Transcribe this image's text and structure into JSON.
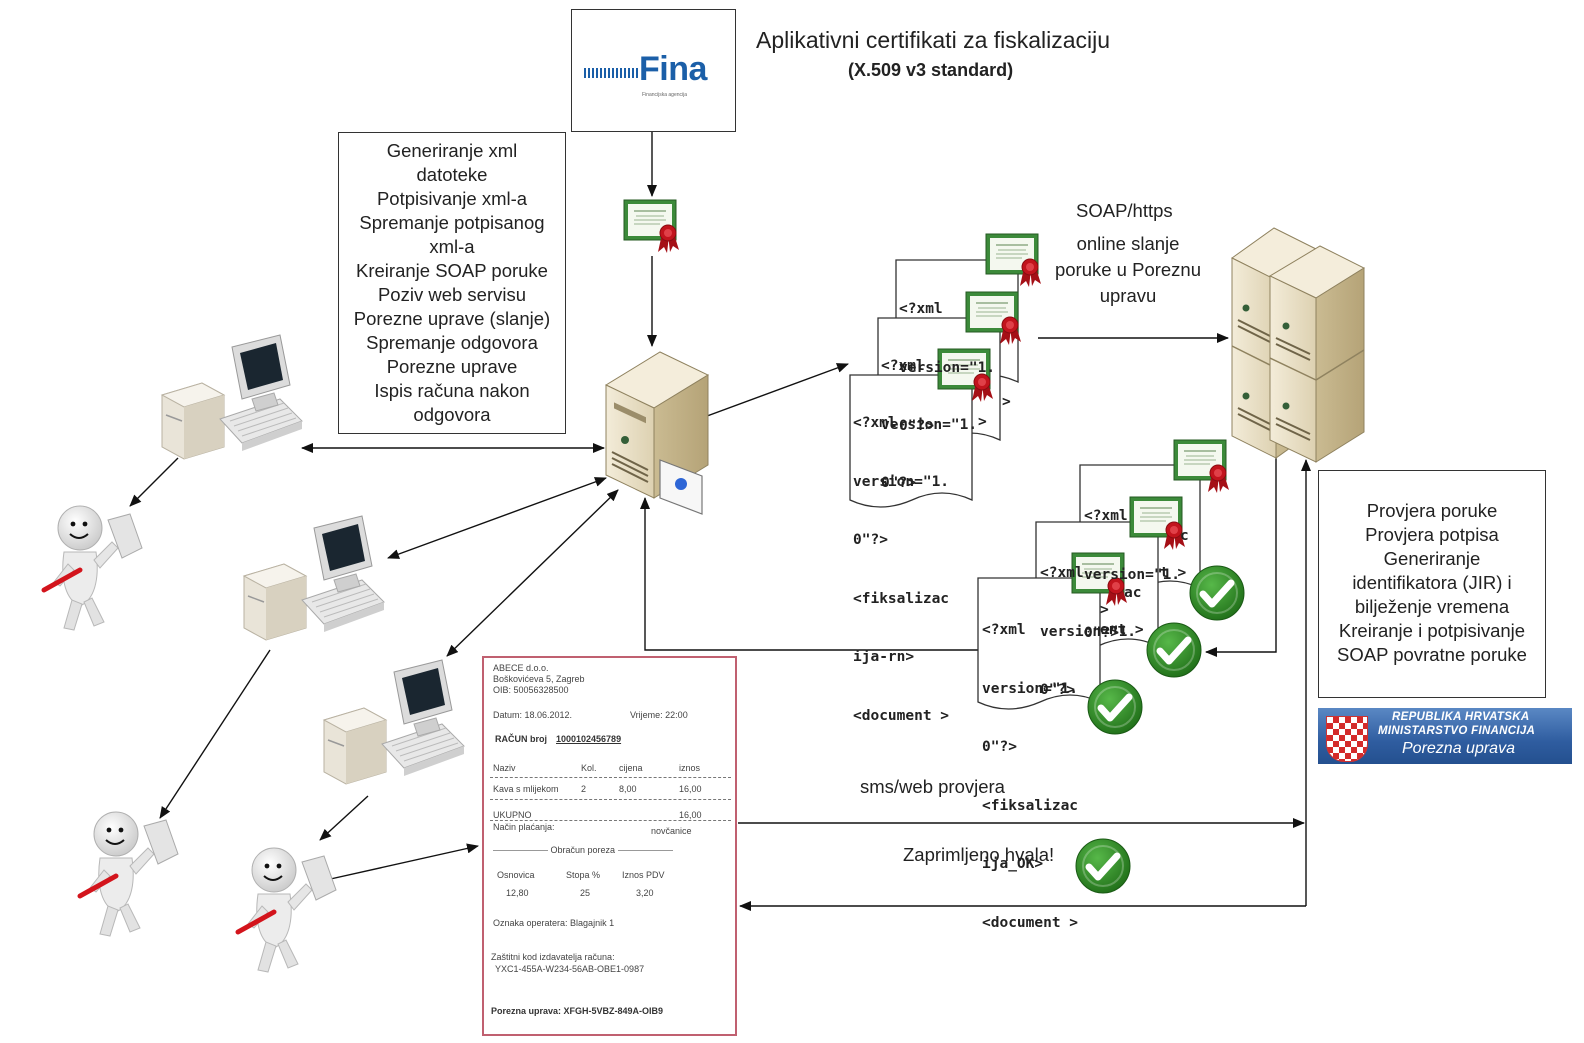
{
  "header": {
    "title": "Aplikativni certifikati za fiskalizaciju",
    "subtitle": "(X.509 v3 standard)"
  },
  "fina_logo": {
    "text": "Fina",
    "tagline": "Financijska agencija"
  },
  "pos_steps": [
    "Generiranje xml",
    "datoteke",
    "Potpisivanje xml-a",
    "Spremanje potpisanog",
    "xml-a",
    "Kreiranje SOAP poruke",
    "Poziv web servisu",
    "Porezne uprave (slanje)",
    "Spremanje odgovora",
    "Porezne uprave",
    "Ispis računa nakon",
    "odgovora"
  ],
  "soap": {
    "protocol": "SOAP/https",
    "description": [
      "online slanje",
      "poruke u Poreznu",
      "upravu"
    ]
  },
  "request_doc": {
    "back1": [
      "<?xml",
      "version=\"1.",
      "0\"?>"
    ],
    "back2": [
      "<?xml",
      "version=\"1.",
      "0\"?>"
    ],
    "front": [
      "<?xml",
      "version=\"1.",
      "0\"?>",
      "<fiksalizac",
      "ija-rn>",
      "<document >"
    ],
    "side_marks": [
      ">",
      ">"
    ]
  },
  "response_doc": {
    "back1": [
      "<?xml",
      "version=\"1.",
      "0\"?>"
    ],
    "back1_tail": "c",
    "back2": [
      "<?xml",
      "version=\"1.",
      "0\"?>"
    ],
    "back2_tail": [
      "ac",
      "ent >"
    ],
    "back1_tail2": "t >",
    "front": [
      "<?xml",
      "version=\"1.",
      "0\"?>",
      "<fiksalizac",
      "ija_OK>",
      "<document >"
    ],
    "front_mark": ">"
  },
  "tax_checks": [
    "Provjera poruke",
    "Provjera potpisa",
    "Generiranje",
    "identifikatora (JIR) i",
    "bilježenje vremena",
    "Kreiranje i potpisivanje",
    "SOAP povratne poruke"
  ],
  "gov_badge": {
    "line1": "REPUBLIKA HRVATSKA",
    "line2": "MINISTARSTVO FINANCIJA",
    "line3": "Porezna uprava"
  },
  "sms_check": "sms/web provjera",
  "thanks": "Zaprimljeno hvala!",
  "receipt": {
    "company": "ABECE d.o.o.",
    "address": "Boškovićeva 5, Zagreb",
    "oib": "OIB: 50056328500",
    "date": "Datum: 18.06.2012.",
    "time": "Vrijeme: 22:00",
    "number_label": "RAČUN broj",
    "number_value": "1000102456789",
    "columns": [
      "Naziv",
      "Kol.",
      "cijena",
      "iznos"
    ],
    "item": {
      "name": "Kava s mlijekom",
      "qty": "2",
      "price": "8,00",
      "amount": "16,00"
    },
    "total_label": "UKUPNO",
    "total_value": "16,00",
    "payment_label": "Način plaćanja:",
    "payment_value": "novčanice",
    "tax_header": "Obračun  poreza",
    "tax_columns": [
      "Osnovica",
      "Stopa %",
      "Iznos PDV"
    ],
    "tax_values": [
      "12,80",
      "25",
      "3,20"
    ],
    "operator": "Oznaka operatera: Blagajnik 1",
    "zki_label": "Zaštitni kod izdavatelja računa:",
    "zki_value": "YXC1-455A-W234-56AB-OBE1-0987",
    "jir": "Porezna uprava: XFGH-5VBZ-849A-OIB9"
  },
  "colors": {
    "fina_blue": "#1b5fa8",
    "check_green": "#2f8a26",
    "cert_green": "#3c8a3a",
    "seal_red": "#c2141d",
    "server_beige": "#e5dcc4",
    "gov_blue": "#2f5da0"
  }
}
